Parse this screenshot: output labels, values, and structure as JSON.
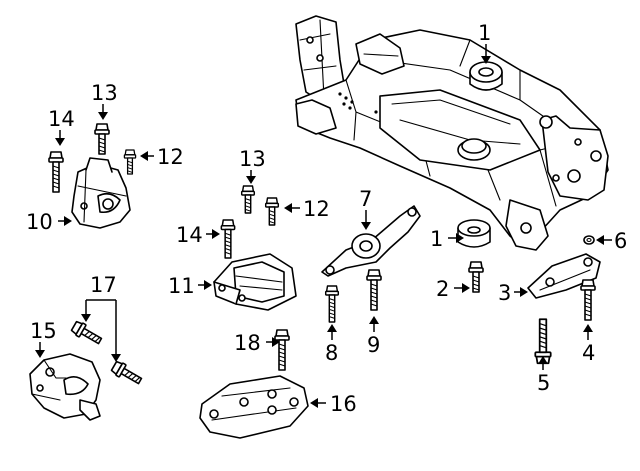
{
  "callouts": [
    {
      "id": "c1a",
      "text": "1"
    },
    {
      "id": "c1b",
      "text": "1"
    },
    {
      "id": "c2",
      "text": "2"
    },
    {
      "id": "c3",
      "text": "3"
    },
    {
      "id": "c4",
      "text": "4"
    },
    {
      "id": "c5",
      "text": "5"
    },
    {
      "id": "c6",
      "text": "6"
    },
    {
      "id": "c7",
      "text": "7"
    },
    {
      "id": "c8",
      "text": "8"
    },
    {
      "id": "c9",
      "text": "9"
    },
    {
      "id": "c10",
      "text": "10"
    },
    {
      "id": "c11",
      "text": "11"
    },
    {
      "id": "c12a",
      "text": "12"
    },
    {
      "id": "c12b",
      "text": "12"
    },
    {
      "id": "c13a",
      "text": "13"
    },
    {
      "id": "c13b",
      "text": "13"
    },
    {
      "id": "c14a",
      "text": "14"
    },
    {
      "id": "c14b",
      "text": "14"
    },
    {
      "id": "c15",
      "text": "15"
    },
    {
      "id": "c16",
      "text": "16"
    },
    {
      "id": "c17",
      "text": "17"
    },
    {
      "id": "c18",
      "text": "18"
    }
  ]
}
